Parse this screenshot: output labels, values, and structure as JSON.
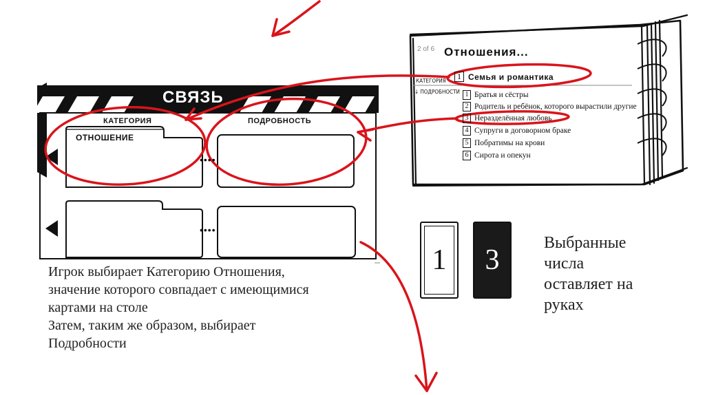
{
  "book": {
    "page_num": "2 of 6",
    "title": "Отношения...",
    "side_label_category": "КАТЕГОРИЯ",
    "side_label_details": "↓ ПОДРОБНОСТИ",
    "category": {
      "num": "1",
      "title": "Семья и романтика"
    },
    "options": [
      {
        "num": "1",
        "text": "Братья и сёстры"
      },
      {
        "num": "2",
        "text": "Родитель и ребёнок, которого вырастили другие"
      },
      {
        "num": "3",
        "text": "Неразделённая любовь"
      },
      {
        "num": "4",
        "text": "Супруги в договорном браке"
      },
      {
        "num": "5",
        "text": "Побратимы на крови"
      },
      {
        "num": "6",
        "text": "Сирота и опекун"
      }
    ]
  },
  "board": {
    "title": "СВЯЗЬ",
    "category_header": "КАТЕГОРИЯ",
    "details_header": "ПОДРОБНОСТЬ",
    "tab_label": "ОТНОШЕНИЕ",
    "connector": "••••"
  },
  "cards": [
    {
      "value": "1",
      "style": "light"
    },
    {
      "value": "3",
      "style": "dark"
    }
  ],
  "caption": {
    "line1": "Игрок выбирает Категорию Отношения,",
    "line2": "значение которого совпадает с имеющимися",
    "line3": "картами на столе",
    "line4": "Затем, таким же образом, выбирает",
    "line5": "Подробности"
  },
  "side_caption": {
    "line1": "Выбранные",
    "line2": "числа",
    "line3": "оставляет на",
    "line4": "руках"
  },
  "colors": {
    "annotation_red": "#d9141b",
    "ink": "#111111"
  }
}
